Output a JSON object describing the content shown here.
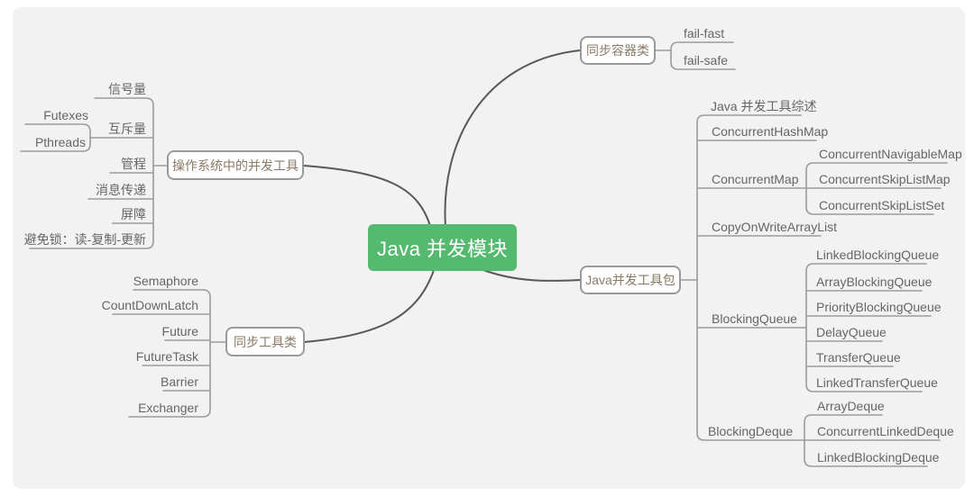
{
  "colors": {
    "page_bg": "#ffffff",
    "panel_bg": "#f2f2f3",
    "root_bg": "#54ba6f",
    "root_text": "#ffffff",
    "branch_text": "#8a7965",
    "leaf_text": "#666666",
    "line": "#595959",
    "underline": "#9b9b9b",
    "border": "#9a9a9a"
  },
  "root": {
    "label": "Java 并发模块"
  },
  "branches": [
    {
      "label": "同步容器类",
      "children": [
        {
          "label": "fail-fast"
        },
        {
          "label": "fail-safe"
        }
      ]
    },
    {
      "label": "操作系统中的并发工具",
      "children": [
        {
          "label": "信号量"
        },
        {
          "label": "互斥量",
          "children": [
            {
              "label": "Futexes"
            },
            {
              "label": "Pthreads"
            }
          ]
        },
        {
          "label": "管程"
        },
        {
          "label": "消息传递"
        },
        {
          "label": "屏障"
        },
        {
          "label": "避免锁：读-复制-更新"
        }
      ]
    },
    {
      "label": "同步工具类",
      "children": [
        {
          "label": "Semaphore"
        },
        {
          "label": "CountDownLatch"
        },
        {
          "label": "Future"
        },
        {
          "label": "FutureTask"
        },
        {
          "label": "Barrier"
        },
        {
          "label": "Exchanger"
        }
      ]
    },
    {
      "label": "Java并发工具包",
      "children": [
        {
          "label": "Java 并发工具综述"
        },
        {
          "label": "ConcurrentHashMap"
        },
        {
          "label": "ConcurrentMap",
          "children": [
            {
              "label": "ConcurrentNavigableMap"
            },
            {
              "label": "ConcurrentSkipListMap"
            },
            {
              "label": "ConcurrentSkipListSet"
            }
          ]
        },
        {
          "label": "CopyOnWriteArrayList"
        },
        {
          "label": "BlockingQueue",
          "children": [
            {
              "label": "LinkedBlockingQueue"
            },
            {
              "label": "ArrayBlockingQueue"
            },
            {
              "label": "PriorityBlockingQueue"
            },
            {
              "label": "DelayQueue"
            },
            {
              "label": "TransferQueue"
            },
            {
              "label": "LinkedTransferQueue"
            }
          ]
        },
        {
          "label": "BlockingDeque",
          "children": [
            {
              "label": "ArrayDeque"
            },
            {
              "label": "ConcurrentLinkedDeque"
            },
            {
              "label": "LinkedBlockingDeque"
            }
          ]
        }
      ]
    }
  ]
}
